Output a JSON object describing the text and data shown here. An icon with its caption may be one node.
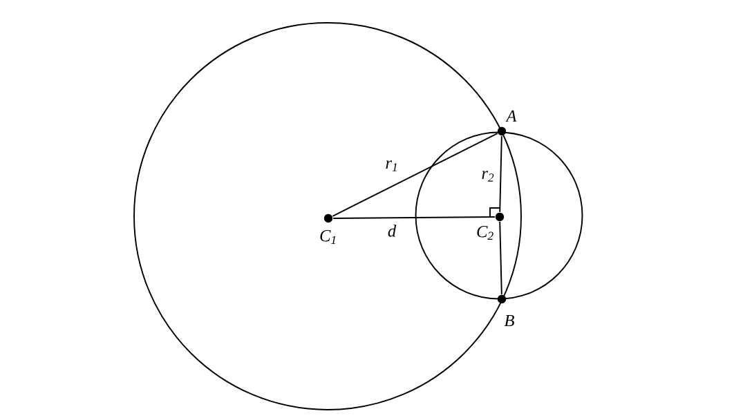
{
  "diagram": {
    "nodes": [
      {
        "text": [
          "A"
        ]
      },
      {
        "text": [
          "C$_{1}$"
        ]
      },
      {
        "text": [
          "C$_{2}$"
        ]
      },
      {
        "text": [
          "B"
        ]
      }
    ],
    "edges": [
      {
        "from": 1,
        "to": 0,
        "arrow": "none",
        "label": "r$_{1}$"
      },
      {
        "from": 0,
        "to": 2,
        "arrow": "none",
        "label": "r$_{2}$"
      },
      {
        "from": 1,
        "to": 2,
        "arrow": "none",
        "label": "d"
      },
      {
        "from": 2,
        "to": 3,
        "arrow": "none"
      }
    ]
  }
}
